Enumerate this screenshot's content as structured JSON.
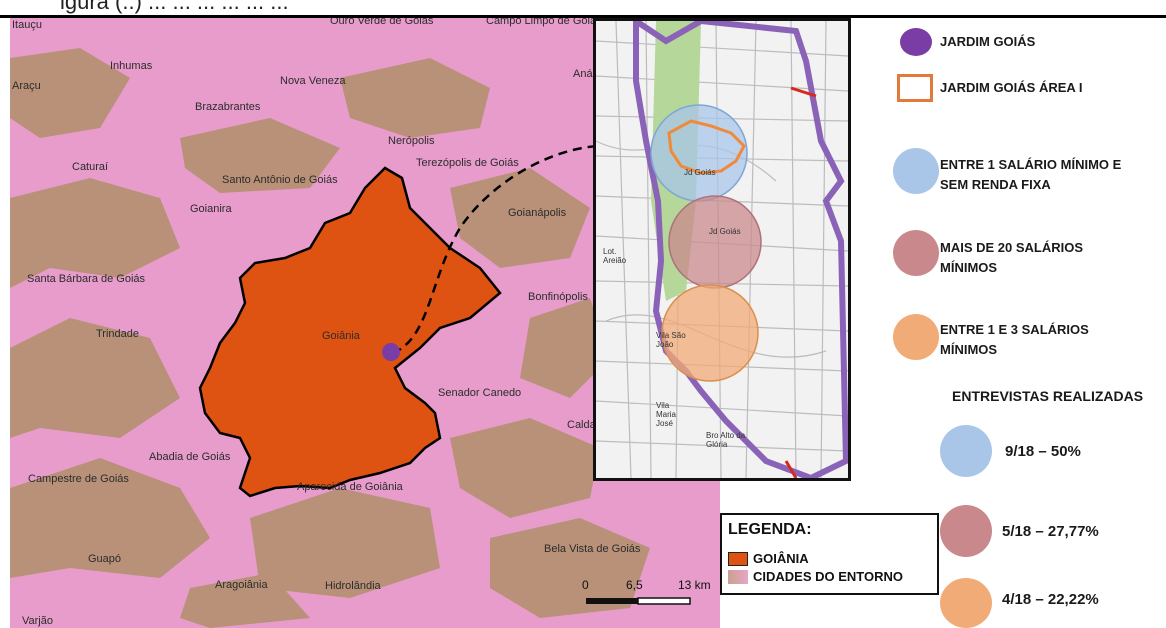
{
  "caption": "igura (..) ... ... ... ... ... ...",
  "map": {
    "places": [
      {
        "name": "Itauçu"
      },
      {
        "name": "Ouro Verde de Goiás"
      },
      {
        "name": "Campo Limpo de Goiás"
      },
      {
        "name": "Inhumas"
      },
      {
        "name": "Araçu"
      },
      {
        "name": "Nova Veneza"
      },
      {
        "name": "Brazabrantes"
      },
      {
        "name": "Anápolis"
      },
      {
        "name": "Nerópolis"
      },
      {
        "name": "Terezópolis de Goiás"
      },
      {
        "name": "Caturaí"
      },
      {
        "name": "Santo Antônio de Goiás"
      },
      {
        "name": "Goianira"
      },
      {
        "name": "Goianápolis"
      },
      {
        "name": "Santa Bárbara de Goiás"
      },
      {
        "name": "Bonfinópolis"
      },
      {
        "name": "Trindade"
      },
      {
        "name": "Goiânia"
      },
      {
        "name": "Senador Canedo"
      },
      {
        "name": "Caldas Novas"
      },
      {
        "name": "Abadia de Goiás"
      },
      {
        "name": "Campestre de Goiás"
      },
      {
        "name": "Aparecida de Goiânia"
      },
      {
        "name": "Bela Vista de Goiás"
      },
      {
        "name": "Guapó"
      },
      {
        "name": "Aragoiânia"
      },
      {
        "name": "Hidrolândia"
      },
      {
        "name": "Varjão"
      }
    ]
  },
  "inset": {
    "labels": [
      "Jd Goiás",
      "Jd Goiás",
      "Lot. Areião",
      "Vila São João",
      "Vila Maria José",
      "Bro Alto da Glória"
    ]
  },
  "legend": {
    "title": "LEGENDA:",
    "goiania": "GOIÂNIA",
    "entorno": "CIDADES DO ENTORNO"
  },
  "scale": {
    "zero": "0",
    "mid": "6,5",
    "end": "13 km"
  },
  "right_legend": {
    "jardim_goias": "JARDIM GOIÁS",
    "area": "JARDIM GOIÁS ÁREA I",
    "entre1_sem": "ENTRE 1 SALÁRIO MÍNIMO E SEM RENDA FIXA",
    "mais20": "MAIS DE 20 SALÁRIOS MÍNIMOS",
    "entre1e3": "ENTRE 1 E 3 SALÁRIOS MÍNIMOS",
    "entrevistas_title": "ENTREVISTAS REALIZADAS",
    "entrevista1": "9/18 – 50%",
    "entrevista2": "5/18 – 27,77%",
    "entrevista3": "4/18 – 22,22%"
  },
  "colors": {
    "goiania": "#df5312",
    "entorno_pink": "#e89ac6",
    "entorno_brown": "#b99178",
    "jardim": "#7a3ca5",
    "area_border": "#e07b39",
    "blue": "#a9c6e8",
    "rose": "#c9898c",
    "peach": "#f1ab77"
  }
}
